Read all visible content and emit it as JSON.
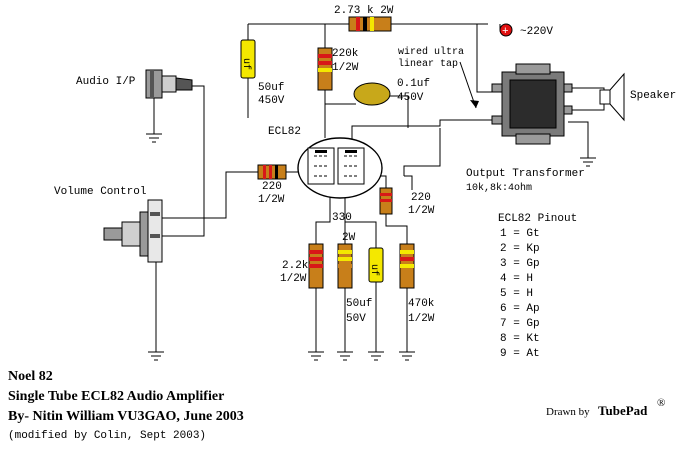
{
  "labels": {
    "r_top": "2.73 k  2W",
    "supply": "~220V",
    "plus": "+",
    "r220k": "220k",
    "r220k_w": "1/2W",
    "c50_a": "50uf",
    "c50_a_v": "450V",
    "c01": "0.1uf",
    "c01_v": "450V",
    "tap1": "wired ultra",
    "tap2": "linear tap",
    "audio_in": "Audio I/P",
    "tube": "ECL82",
    "volume": "Volume Control",
    "r220_grid": "220",
    "r220_grid_w": "1/2W",
    "r330": "330",
    "r330_w": "2W",
    "r220_b": "220",
    "r220_b_w": "1/2W",
    "r22k": "2.2k",
    "r22k_w": "1/2W",
    "c50_b": "50uf",
    "c50_b_v": "50V",
    "r470k": "470k",
    "r470k_w": "1/2W",
    "speaker": "Speaker",
    "ot": "Output Transformer",
    "ot_spec": "10k,8k:4ohm",
    "cap_mark": "uf"
  },
  "pinout": {
    "title": "ECL82 Pinout",
    "pins": [
      "1 = Gt",
      "2 = Kp",
      "3 = Gp",
      "4 = H",
      "5 = H",
      "6 = Ap",
      "7 = Gp",
      "8 = Kt",
      "9 = At"
    ]
  },
  "footer": {
    "line1": "Noel 82",
    "line2": "Single Tube ECL82 Audio Amplifier",
    "line3": "By- Nitin William VU3GAO, June 2003",
    "line4": "(modified by Colin, Sept 2003)",
    "drawn_by": "Drawn by",
    "tool": "TubePad",
    "reg": "®"
  },
  "colors": {
    "resistor_body": "#c87f1a",
    "resistor_band_red": "#d81818",
    "resistor_band_yellow": "#f4e800",
    "resistor_band_black": "#000000",
    "capacitor_electrolytic": "#f4e800",
    "capacitor_ceramic": "#c8a81a",
    "supply_plus": "#e01010",
    "transformer_core": "#7a7a7a"
  }
}
